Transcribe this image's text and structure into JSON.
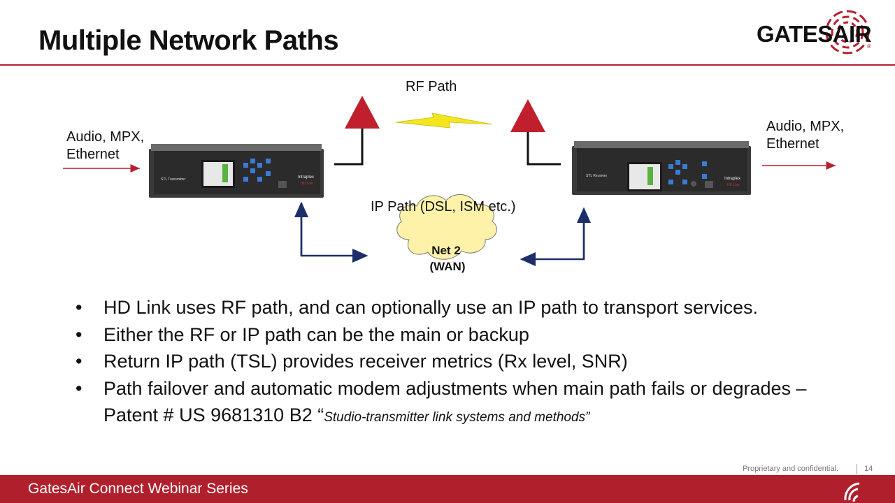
{
  "slide": {
    "title": "Multiple Network Paths",
    "logo_text": "GATESAIR",
    "logo_trademark": "®"
  },
  "diagram": {
    "rf_path_label": "RF Path",
    "input_label_line1": "Audio, MPX,",
    "input_label_line2": "Ethernet",
    "output_label_line1": "Audio, MPX,",
    "output_label_line2": "Ethernet",
    "ip_path_label": "IP Path (DSL, ISM etc.)",
    "cloud_line1": "Net 2",
    "cloud_line2": "(WAN)",
    "transmitter_unit_label": "STL Transmitter",
    "receiver_unit_label": "STL Receiver",
    "brand_small": "Intraplex",
    "product_small": "HD Link",
    "colors": {
      "accent": "#b5202e",
      "arrow_blue": "#1c2f6b",
      "cloud_fill": "#fdf2a8",
      "bolt": "#f3e61d"
    }
  },
  "bullets": [
    {
      "text": "HD Link uses RF path, and can optionally use an IP path to transport services."
    },
    {
      "text": "Either the RF or IP path can be the main or backup"
    },
    {
      "text": "Return IP path (TSL) provides receiver metrics (Rx level, SNR)"
    },
    {
      "text": "Path failover and automatic modem adjustments when main path fails or degrades – Patent # US 9681310 B2 “",
      "italic_quote": "Studio-transmitter link systems and methods”"
    }
  ],
  "bullet_marker": "•",
  "footer": {
    "confidential": "Proprietary and confidential.",
    "page_number": "14",
    "series_title": "GatesAir Connect Webinar Series"
  }
}
